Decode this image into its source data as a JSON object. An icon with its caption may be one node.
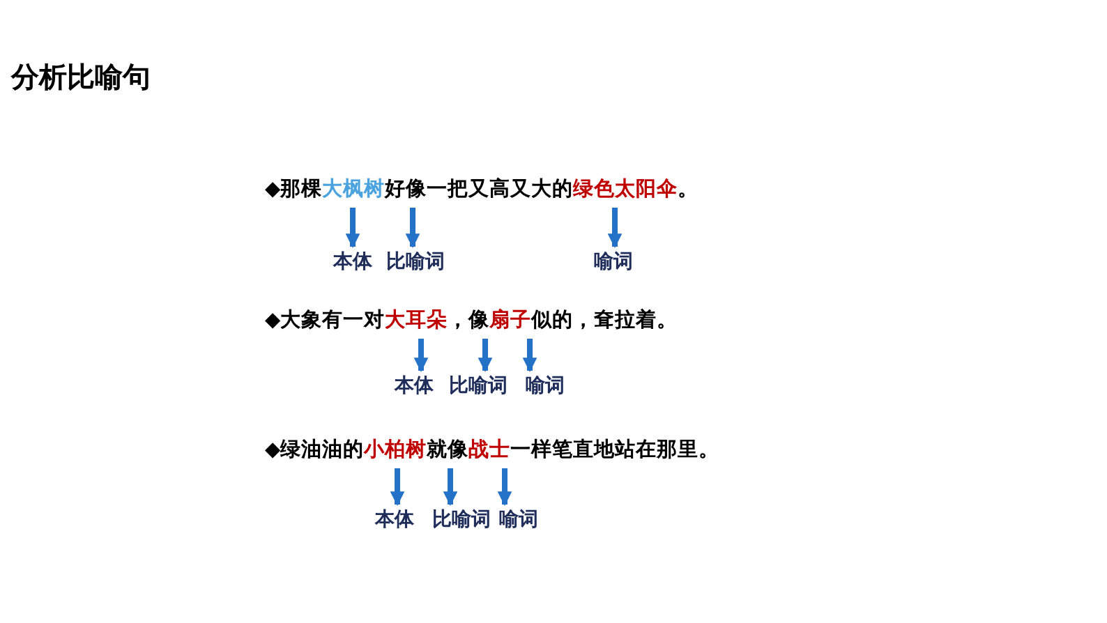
{
  "diagram": {
    "title": "分析比喻句",
    "nodes": [
      {
        "text": [
          "◆那棵大枫树好像一把又高又大的绿色太阳伞。"
        ]
      },
      {
        "text": [
          "本体"
        ]
      },
      {
        "text": [
          "比喻词"
        ]
      },
      {
        "text": [
          "喻词"
        ]
      },
      {
        "text": [
          "◆大象有一对大耳朵，像扇子似的，耷拉着。"
        ]
      },
      {
        "text": [
          "本体"
        ]
      },
      {
        "text": [
          "比喻词"
        ]
      },
      {
        "text": [
          "喻词"
        ]
      },
      {
        "text": [
          "◆绿油油的小柏树就像战士一样笔直地站在那里。"
        ]
      },
      {
        "text": [
          "本体"
        ]
      },
      {
        "text": [
          "比喻词"
        ]
      },
      {
        "text": [
          "喻词"
        ]
      }
    ],
    "edges": [
      {
        "from": 0,
        "to": 1,
        "arrow": "to"
      },
      {
        "from": 0,
        "to": 2,
        "arrow": "to"
      },
      {
        "from": 0,
        "to": 3,
        "arrow": "to"
      },
      {
        "from": 4,
        "to": 5,
        "arrow": "to"
      },
      {
        "from": 4,
        "to": 6,
        "arrow": "to"
      },
      {
        "from": 4,
        "to": 7,
        "arrow": "to"
      },
      {
        "from": 8,
        "to": 9,
        "arrow": "to"
      },
      {
        "from": 8,
        "to": 10,
        "arrow": "to"
      },
      {
        "from": 8,
        "to": 11,
        "arrow": "to"
      }
    ]
  }
}
